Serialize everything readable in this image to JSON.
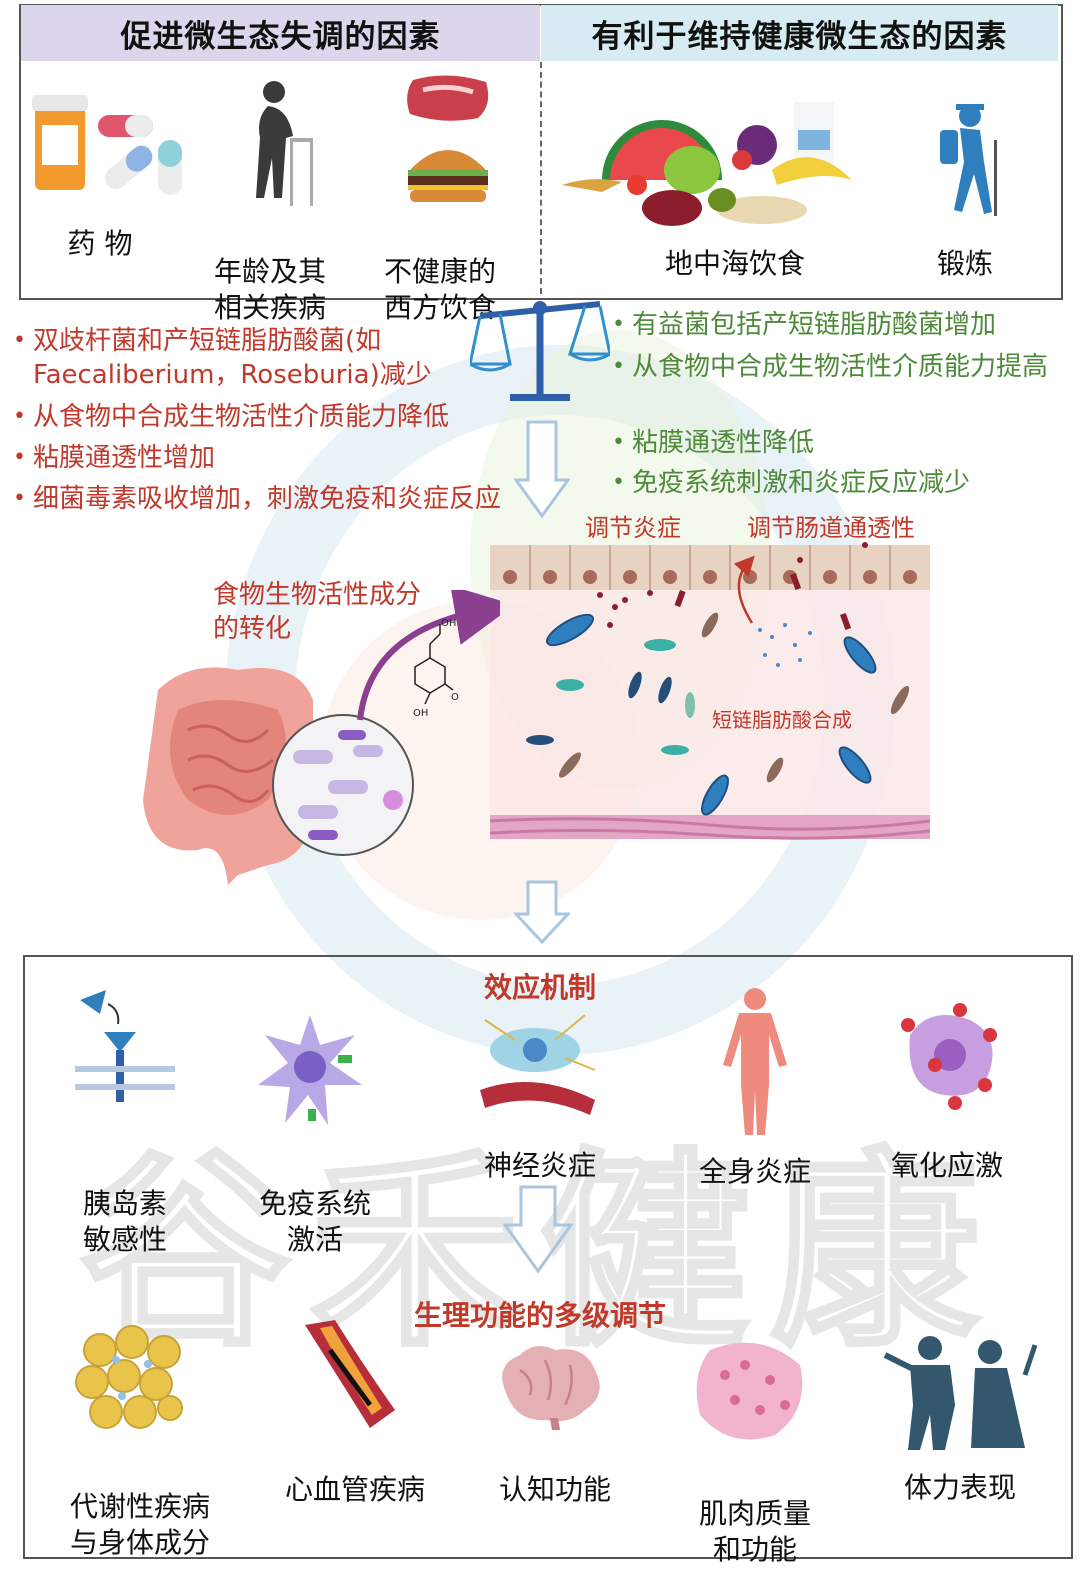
{
  "top": {
    "left_title": "促进微生态失调的因素",
    "right_title": "有利于维持健康微生态的因素",
    "left_items": [
      {
        "label": "药 物",
        "icon": "medicine-icon"
      },
      {
        "label": "年龄及其\n相关疾病",
        "icon": "elderly-walker-icon"
      },
      {
        "label": "不健康的\n西方饮食",
        "icon": "meat-burger-icon"
      }
    ],
    "right_items": [
      {
        "label": "地中海饮食",
        "icon": "mediterranean-food-icon"
      },
      {
        "label": "锻炼",
        "icon": "hiker-icon"
      }
    ]
  },
  "dysbiosis_effects": [
    "双歧杆菌和产短链脂肪酸菌(如Faecaliberium，Roseburia)减少",
    "从食物中合成生物活性介质能力降低",
    "粘膜通透性增加",
    "细菌毒素吸收增加，刺激免疫和炎症反应"
  ],
  "healthy_effects": [
    "有益菌包括产短链脂肪酸菌增加",
    "从食物中合成生物活性介质能力提高",
    "粘膜通透性降低",
    "免疫系统刺激和炎症反应减少"
  ],
  "gut": {
    "regulate_inflammation": "调节炎症",
    "regulate_permeability": "调节肠道通透性",
    "scfa_synthesis": "短链脂肪酸合成",
    "food_conversion": "食物生物活性成分\n的转化",
    "molecule_oh_top": "OH",
    "molecule_oh_bottom": "OH",
    "molecule_o": "O"
  },
  "mechanism": {
    "title": "效应机制",
    "items": [
      {
        "label": "胰岛素\n敏感性",
        "icon": "insulin-receptor-icon"
      },
      {
        "label": "免疫系统\n激活",
        "icon": "immune-cell-icon"
      },
      {
        "label": "神经炎症",
        "icon": "neuron-icon"
      },
      {
        "label": "全身炎症",
        "icon": "human-body-icon"
      },
      {
        "label": "氧化应激",
        "icon": "oxidative-cell-icon"
      }
    ],
    "subtitle": "生理功能的多级调节",
    "outcomes": [
      {
        "label": "代谢性疾病\n与身体成分",
        "icon": "fat-cells-icon"
      },
      {
        "label": "心血管疾病",
        "icon": "blood-vessel-icon"
      },
      {
        "label": "认知功能",
        "icon": "brain-icon"
      },
      {
        "label": "肌肉质量\n和功能",
        "icon": "muscle-icon"
      },
      {
        "label": "体力表现",
        "icon": "elderly-dancers-icon"
      }
    ]
  },
  "watermark": "谷禾健康",
  "colors": {
    "red": "#c0392b",
    "green": "#4e8a3a",
    "left_header_bg": "#dcd6ec",
    "right_header_bg": "#d6ecf2"
  }
}
